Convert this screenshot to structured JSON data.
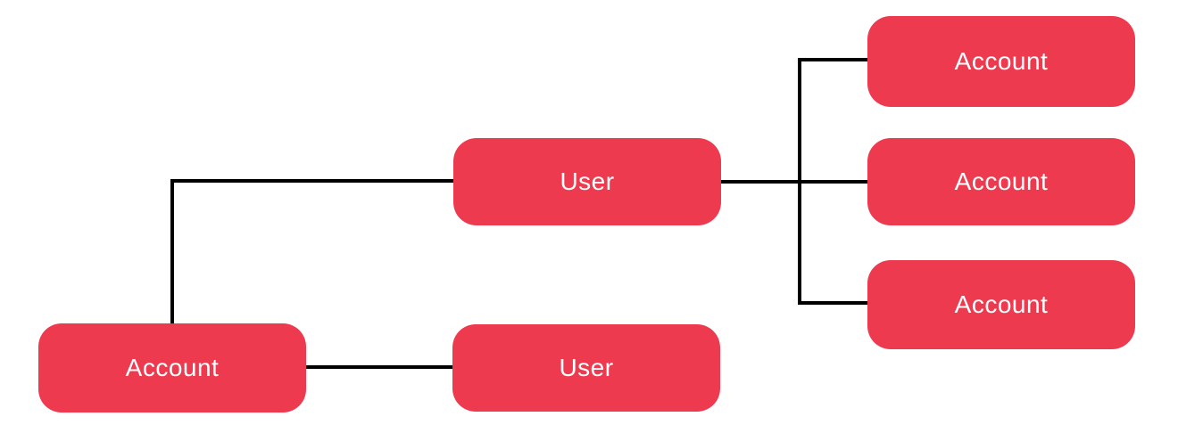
{
  "diagram": {
    "colors": {
      "canvas_background": "#ffffff",
      "node_fill": "#ee3a4f",
      "node_text": "#ffffff",
      "connector": "#000000"
    },
    "nodes": [
      {
        "id": "account-left",
        "label": "Account"
      },
      {
        "id": "user-top",
        "label": "User"
      },
      {
        "id": "user-bottom",
        "label": "User"
      },
      {
        "id": "account-right-top",
        "label": "Account"
      },
      {
        "id": "account-right-middle",
        "label": "Account"
      },
      {
        "id": "account-right-bottom",
        "label": "Account"
      }
    ],
    "edges": [
      {
        "from": "account-left",
        "to": "user-top",
        "shape": "elbow"
      },
      {
        "from": "account-left",
        "to": "user-bottom",
        "shape": "straight"
      },
      {
        "from": "user-top",
        "to": "account-right-top",
        "shape": "elbow"
      },
      {
        "from": "user-top",
        "to": "account-right-middle",
        "shape": "straight"
      },
      {
        "from": "user-top",
        "to": "account-right-bottom",
        "shape": "elbow"
      }
    ]
  }
}
